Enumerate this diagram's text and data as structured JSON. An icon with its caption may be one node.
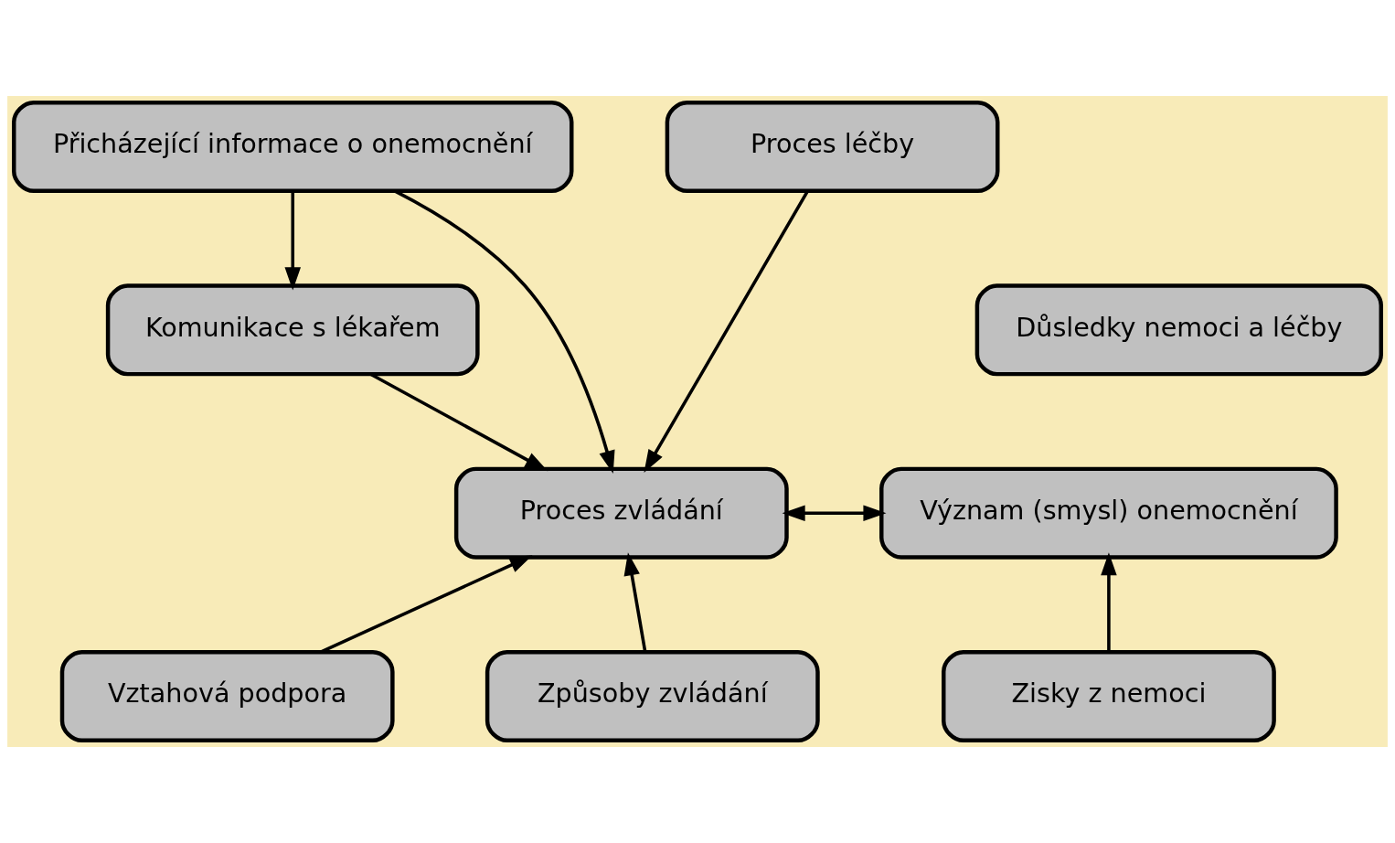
{
  "diagram": {
    "nodes": [
      {
        "text": [
          "Přicházející informace o onemocnění"
        ]
      },
      {
        "text": [
          "Proces léčby"
        ]
      },
      {
        "text": [
          "Důsledky nemoci a léčby"
        ]
      },
      {
        "text": [
          "Komunikace s lékařem"
        ]
      },
      {
        "text": [
          "Proces zvládání"
        ]
      },
      {
        "text": [
          "Význam (smysl) onemocnění"
        ]
      },
      {
        "text": [
          "Zisky z nemoci"
        ]
      },
      {
        "text": [
          "Vztahová podpora"
        ]
      },
      {
        "text": [
          "Způsoby zvládání"
        ]
      }
    ],
    "edges": [
      {
        "from": 0,
        "to": 3,
        "arrow": "to"
      },
      {
        "from": 0,
        "to": 4,
        "arrow": "to"
      },
      {
        "from": 3,
        "to": 4,
        "arrow": "to"
      },
      {
        "from": 1,
        "to": 4,
        "arrow": "to"
      },
      {
        "from": 4,
        "to": 5,
        "arrow": "both"
      },
      {
        "from": 6,
        "to": 5,
        "arrow": "to"
      },
      {
        "from": 7,
        "to": 4,
        "arrow": "to"
      },
      {
        "from": 8,
        "to": 4,
        "arrow": "to"
      }
    ]
  }
}
